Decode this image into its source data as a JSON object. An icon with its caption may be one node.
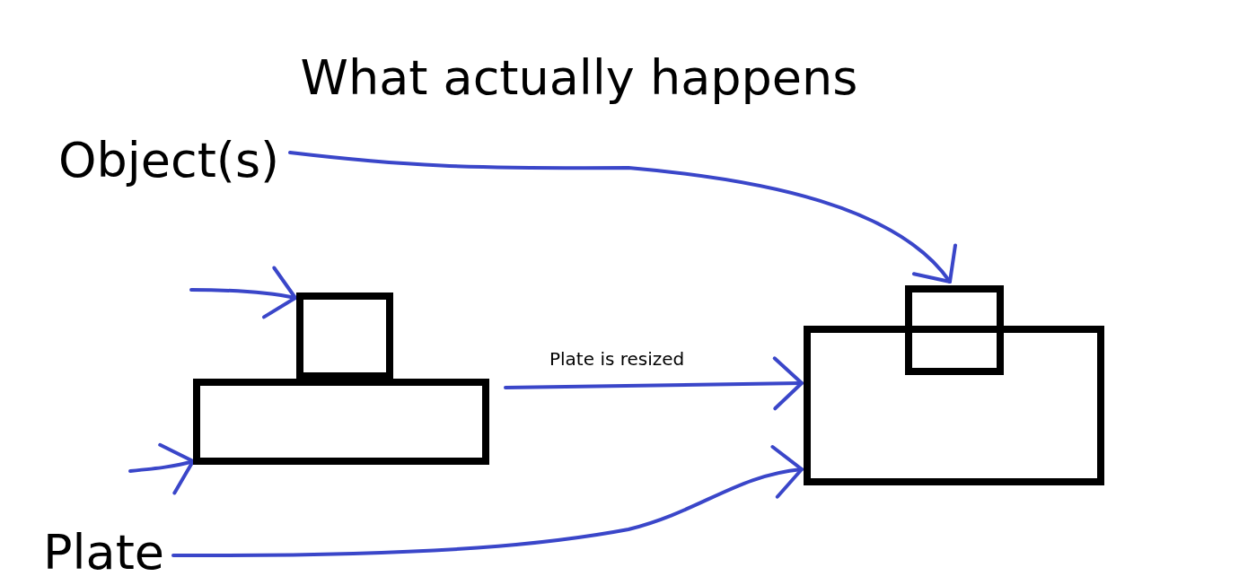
{
  "diagram": {
    "title": "What actually happens",
    "nodes": [
      {
        "text": [
          "Object(s)"
        ]
      },
      {
        "text": [
          "Plate"
        ]
      },
      {
        "text": [],
        "shape": "box"
      },
      {
        "text": [],
        "shape": "box"
      },
      {
        "text": [],
        "shape": "box"
      },
      {
        "text": [],
        "shape": "box"
      }
    ],
    "edges": [
      {
        "from": 0,
        "to": 5,
        "arrow": "to"
      },
      {
        "from": null,
        "to": 2,
        "arrow": "to"
      },
      {
        "from": 3,
        "to": 4,
        "arrow": "to",
        "label": "Plate is resized"
      },
      {
        "from": null,
        "to": 3,
        "arrow": "to"
      },
      {
        "from": 1,
        "to": 4,
        "arrow": "to"
      }
    ]
  }
}
